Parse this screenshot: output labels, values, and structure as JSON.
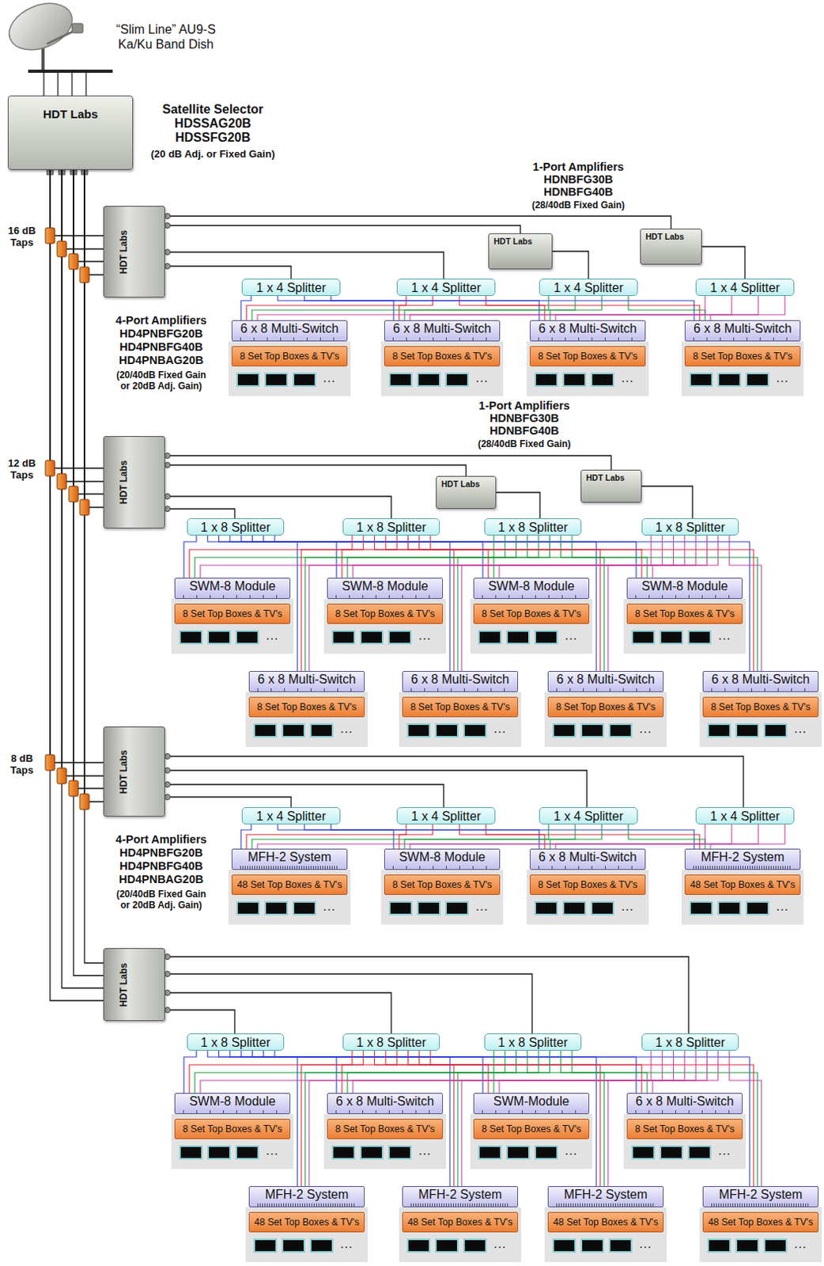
{
  "diagram": {
    "nodes": [
      {
        "text": [
          "HDT Labs",
          "Satellite Selector HDSSAG20B HDSSFG20B",
          "(20 dB Adj. or Fixed Gain)"
        ]
      },
      {
        "text": [
          "HDT Labs",
          "4-Port Amplifiers HD4PNBFG20B HD4PNBFG40B HD4PNBAG20B",
          "(20/40dB Fixed Gain or 20dB Adj. Gain)"
        ]
      },
      {
        "text": [
          "HDT Labs"
        ]
      },
      {
        "text": [
          "HDT Labs"
        ]
      },
      {
        "text": [
          "1 x 4 Splitter"
        ]
      },
      {
        "text": [
          "1 x 4 Splitter"
        ]
      },
      {
        "text": [
          "1 x 4 Splitter"
        ]
      },
      {
        "text": [
          "1 x 4 Splitter"
        ]
      },
      {
        "text": [
          "6 x 8 Multi-Switch"
        ]
      },
      {
        "text": [
          "…"
        ]
      },
      {
        "text": [
          "8 Set Top Boxes & TV's"
        ],
        "in": 9
      },
      {
        "text": [
          "6 x 8 Multi-Switch"
        ]
      },
      {
        "text": [
          "…"
        ]
      },
      {
        "text": [
          "8 Set Top Boxes & TV's"
        ],
        "in": 12
      },
      {
        "text": [
          "6 x 8 Multi-Switch"
        ]
      },
      {
        "text": [
          "…"
        ]
      },
      {
        "text": [
          "8 Set Top Boxes & TV's"
        ],
        "in": 15
      },
      {
        "text": [
          "6 x 8 Multi-Switch"
        ]
      },
      {
        "text": [
          "…"
        ]
      },
      {
        "text": [
          "8 Set Top Boxes & TV's"
        ],
        "in": 18
      },
      {
        "text": [
          "HDT Labs"
        ]
      },
      {
        "text": [
          "HDT Labs"
        ]
      },
      {
        "text": [
          "HDT Labs"
        ]
      },
      {
        "text": [
          "1 x 8 Splitter"
        ]
      },
      {
        "text": [
          "1 x 8 Splitter"
        ]
      },
      {
        "text": [
          "1 x 8 Splitter"
        ]
      },
      {
        "text": [
          "1 x 8 Splitter"
        ]
      },
      {
        "text": [
          "SWM-8 Module"
        ]
      },
      {
        "text": [
          "…"
        ]
      },
      {
        "text": [
          "8 Set Top Boxes & TV's"
        ],
        "in": 28
      },
      {
        "text": [
          "SWM-8 Module"
        ]
      },
      {
        "text": [
          "…"
        ]
      },
      {
        "text": [
          "8 Set Top Boxes & TV's"
        ],
        "in": 31
      },
      {
        "text": [
          "SWM-8 Module"
        ]
      },
      {
        "text": [
          "…"
        ]
      },
      {
        "text": [
          "8 Set Top Boxes & TV's"
        ],
        "in": 34
      },
      {
        "text": [
          "SWM-8 Module"
        ]
      },
      {
        "text": [
          "…"
        ]
      },
      {
        "text": [
          "8 Set Top Boxes & TV's"
        ],
        "in": 37
      },
      {
        "text": [
          "6 x 8 Multi-Switch"
        ]
      },
      {
        "text": [
          "…"
        ]
      },
      {
        "text": [
          "8 Set Top Boxes & TV's"
        ],
        "in": 40
      },
      {
        "text": [
          "6 x 8 Multi-Switch"
        ]
      },
      {
        "text": [
          "…"
        ]
      },
      {
        "text": [
          "8 Set Top Boxes & TV's"
        ],
        "in": 43
      },
      {
        "text": [
          "6 x 8 Multi-Switch"
        ]
      },
      {
        "text": [
          "…"
        ]
      },
      {
        "text": [
          "8 Set Top Boxes & TV's"
        ],
        "in": 46
      },
      {
        "text": [
          "6 x 8 Multi-Switch"
        ]
      },
      {
        "text": [
          "…"
        ]
      },
      {
        "text": [
          "8 Set Top Boxes & TV's"
        ],
        "in": 49
      },
      {
        "text": [
          "HDT Labs",
          "4-Port Amplifiers HD4PNBFG20B HD4PNBFG40B HD4PNBAG20B",
          "(20/40dB Fixed Gain or 20dB Adj. Gain)"
        ]
      },
      {
        "text": [
          "1 x 4 Splitter"
        ]
      },
      {
        "text": [
          "1 x 4 Splitter"
        ]
      },
      {
        "text": [
          "1 x 4 Splitter"
        ]
      },
      {
        "text": [
          "1 x 4 Splitter"
        ]
      },
      {
        "text": [
          "MFH-2 System"
        ]
      },
      {
        "text": [
          "…"
        ]
      },
      {
        "text": [
          "48 Set Top Boxes & TV's"
        ],
        "in": 57
      },
      {
        "text": [
          "SWM-8 Module"
        ]
      },
      {
        "text": [
          "…"
        ]
      },
      {
        "text": [
          "8 Set Top Boxes & TV's"
        ],
        "in": 60
      },
      {
        "text": [
          "6 x 8 Multi-Switch"
        ]
      },
      {
        "text": [
          "…"
        ]
      },
      {
        "text": [
          "8 Set Top Boxes & TV's"
        ],
        "in": 63
      },
      {
        "text": [
          "MFH-2 System"
        ]
      },
      {
        "text": [
          "…"
        ]
      },
      {
        "text": [
          "48 Set Top Boxes & TV's"
        ],
        "in": 66
      },
      {
        "text": [
          "HDT Labs"
        ]
      },
      {
        "text": [
          "1 x 8 Splitter"
        ]
      },
      {
        "text": [
          "1 x 8 Splitter"
        ]
      },
      {
        "text": [
          "1 x 8 Splitter"
        ]
      },
      {
        "text": [
          "1 x 8 Splitter"
        ]
      },
      {
        "text": [
          "SWM-8 Module"
        ]
      },
      {
        "text": [
          "…"
        ]
      },
      {
        "text": [
          "8 Set Top Boxes & TV's"
        ],
        "in": 74
      },
      {
        "text": [
          "6 x 8 Multi-Switch"
        ]
      },
      {
        "text": [
          "…"
        ]
      },
      {
        "text": [
          "8 Set Top Boxes & TV's"
        ],
        "in": 77
      },
      {
        "text": [
          "SWM-Module"
        ]
      },
      {
        "text": [
          "…"
        ]
      },
      {
        "text": [
          "8 Set Top Boxes & TV's"
        ],
        "in": 80
      },
      {
        "text": [
          "6 x 8 Multi-Switch"
        ]
      },
      {
        "text": [
          "…"
        ]
      },
      {
        "text": [
          "8 Set Top Boxes & TV's"
        ],
        "in": 83
      },
      {
        "text": [
          "MFH-2 System"
        ]
      },
      {
        "text": [
          "…"
        ]
      },
      {
        "text": [
          "48 Set Top Boxes & TV's"
        ],
        "in": 86
      },
      {
        "text": [
          "MFH-2 System"
        ]
      },
      {
        "text": [
          "…"
        ]
      },
      {
        "text": [
          "48 Set Top Boxes & TV's"
        ],
        "in": 89
      },
      {
        "text": [
          "MFH-2 System"
        ]
      },
      {
        "text": [
          "…"
        ]
      },
      {
        "text": [
          "48 Set Top Boxes & TV's"
        ],
        "in": 92
      },
      {
        "text": [
          "MFH-2 System"
        ]
      },
      {
        "text": [
          "…"
        ]
      },
      {
        "text": [
          "48 Set Top Boxes & TV's"
        ],
        "in": 95
      }
    ],
    "edges": [
      {
        "from": 0,
        "to": 1,
        "arrow": "none"
      },
      {
        "from": 0,
        "to": 1,
        "arrow": "none"
      },
      {
        "from": 0,
        "to": 1,
        "arrow": "none"
      },
      {
        "from": 0,
        "to": 1,
        "arrow": "none"
      },
      {
        "from": 0,
        "to": 20,
        "arrow": "none"
      },
      {
        "from": 0,
        "to": 20,
        "arrow": "none"
      },
      {
        "from": 0,
        "to": 20,
        "arrow": "none"
      },
      {
        "from": 0,
        "to": 20,
        "arrow": "none"
      },
      {
        "from": 0,
        "to": 51,
        "arrow": "none"
      },
      {
        "from": 0,
        "to": 51,
        "arrow": "none"
      },
      {
        "from": 0,
        "to": 51,
        "arrow": "none"
      },
      {
        "from": 0,
        "to": 51,
        "arrow": "none"
      },
      {
        "from": 0,
        "to": 68,
        "arrow": "none"
      },
      {
        "from": 0,
        "to": 68,
        "arrow": "none"
      },
      {
        "from": 0,
        "to": 68,
        "arrow": "none"
      },
      {
        "from": 0,
        "to": 68,
        "arrow": "none"
      },
      {
        "from": 1,
        "to": 3,
        "arrow": "none"
      },
      {
        "from": 1,
        "to": 2,
        "arrow": "none"
      },
      {
        "from": 1,
        "to": 5,
        "arrow": "none"
      },
      {
        "from": 1,
        "to": 4,
        "arrow": "none"
      },
      {
        "from": 2,
        "to": 6,
        "arrow": "none"
      },
      {
        "from": 3,
        "to": 7,
        "arrow": "none"
      },
      {
        "from": 4,
        "to": 8,
        "arrow": "none"
      },
      {
        "from": 4,
        "to": 11,
        "arrow": "none"
      },
      {
        "from": 4,
        "to": 14,
        "arrow": "none"
      },
      {
        "from": 4,
        "to": 17,
        "arrow": "none"
      },
      {
        "from": 5,
        "to": 8,
        "arrow": "none"
      },
      {
        "from": 5,
        "to": 11,
        "arrow": "none"
      },
      {
        "from": 5,
        "to": 14,
        "arrow": "none"
      },
      {
        "from": 5,
        "to": 17,
        "arrow": "none"
      },
      {
        "from": 6,
        "to": 8,
        "arrow": "none"
      },
      {
        "from": 6,
        "to": 11,
        "arrow": "none"
      },
      {
        "from": 6,
        "to": 14,
        "arrow": "none"
      },
      {
        "from": 6,
        "to": 17,
        "arrow": "none"
      },
      {
        "from": 7,
        "to": 8,
        "arrow": "none"
      },
      {
        "from": 7,
        "to": 11,
        "arrow": "none"
      },
      {
        "from": 7,
        "to": 14,
        "arrow": "none"
      },
      {
        "from": 7,
        "to": 17,
        "arrow": "none"
      },
      {
        "from": 20,
        "to": 22,
        "arrow": "none"
      },
      {
        "from": 20,
        "to": 21,
        "arrow": "none"
      },
      {
        "from": 20,
        "to": 24,
        "arrow": "none"
      },
      {
        "from": 20,
        "to": 23,
        "arrow": "none"
      },
      {
        "from": 21,
        "to": 25,
        "arrow": "none"
      },
      {
        "from": 22,
        "to": 26,
        "arrow": "none"
      },
      {
        "from": 23,
        "to": 27,
        "arrow": "none"
      },
      {
        "from": 23,
        "to": 30,
        "arrow": "none"
      },
      {
        "from": 23,
        "to": 33,
        "arrow": "none"
      },
      {
        "from": 23,
        "to": 36,
        "arrow": "none"
      },
      {
        "from": 23,
        "to": 39,
        "arrow": "none"
      },
      {
        "from": 23,
        "to": 42,
        "arrow": "none"
      },
      {
        "from": 23,
        "to": 45,
        "arrow": "none"
      },
      {
        "from": 23,
        "to": 48,
        "arrow": "none"
      },
      {
        "from": 24,
        "to": 27,
        "arrow": "none"
      },
      {
        "from": 24,
        "to": 30,
        "arrow": "none"
      },
      {
        "from": 24,
        "to": 33,
        "arrow": "none"
      },
      {
        "from": 24,
        "to": 36,
        "arrow": "none"
      },
      {
        "from": 24,
        "to": 39,
        "arrow": "none"
      },
      {
        "from": 24,
        "to": 42,
        "arrow": "none"
      },
      {
        "from": 24,
        "to": 45,
        "arrow": "none"
      },
      {
        "from": 24,
        "to": 48,
        "arrow": "none"
      },
      {
        "from": 25,
        "to": 27,
        "arrow": "none"
      },
      {
        "from": 25,
        "to": 30,
        "arrow": "none"
      },
      {
        "from": 25,
        "to": 33,
        "arrow": "none"
      },
      {
        "from": 25,
        "to": 36,
        "arrow": "none"
      },
      {
        "from": 25,
        "to": 39,
        "arrow": "none"
      },
      {
        "from": 25,
        "to": 42,
        "arrow": "none"
      },
      {
        "from": 25,
        "to": 45,
        "arrow": "none"
      },
      {
        "from": 25,
        "to": 48,
        "arrow": "none"
      },
      {
        "from": 26,
        "to": 27,
        "arrow": "none"
      },
      {
        "from": 26,
        "to": 30,
        "arrow": "none"
      },
      {
        "from": 26,
        "to": 33,
        "arrow": "none"
      },
      {
        "from": 26,
        "to": 36,
        "arrow": "none"
      },
      {
        "from": 26,
        "to": 39,
        "arrow": "none"
      },
      {
        "from": 26,
        "to": 42,
        "arrow": "none"
      },
      {
        "from": 26,
        "to": 45,
        "arrow": "none"
      },
      {
        "from": 26,
        "to": 48,
        "arrow": "none"
      },
      {
        "from": 51,
        "to": 55,
        "arrow": "none"
      },
      {
        "from": 51,
        "to": 54,
        "arrow": "none"
      },
      {
        "from": 51,
        "to": 53,
        "arrow": "none"
      },
      {
        "from": 51,
        "to": 52,
        "arrow": "none"
      },
      {
        "from": 52,
        "to": 56,
        "arrow": "none"
      },
      {
        "from": 52,
        "to": 59,
        "arrow": "none"
      },
      {
        "from": 52,
        "to": 62,
        "arrow": "none"
      },
      {
        "from": 52,
        "to": 65,
        "arrow": "none"
      },
      {
        "from": 53,
        "to": 56,
        "arrow": "none"
      },
      {
        "from": 53,
        "to": 59,
        "arrow": "none"
      },
      {
        "from": 53,
        "to": 62,
        "arrow": "none"
      },
      {
        "from": 53,
        "to": 65,
        "arrow": "none"
      },
      {
        "from": 54,
        "to": 56,
        "arrow": "none"
      },
      {
        "from": 54,
        "to": 59,
        "arrow": "none"
      },
      {
        "from": 54,
        "to": 62,
        "arrow": "none"
      },
      {
        "from": 54,
        "to": 65,
        "arrow": "none"
      },
      {
        "from": 55,
        "to": 56,
        "arrow": "none"
      },
      {
        "from": 55,
        "to": 59,
        "arrow": "none"
      },
      {
        "from": 55,
        "to": 62,
        "arrow": "none"
      },
      {
        "from": 55,
        "to": 65,
        "arrow": "none"
      },
      {
        "from": 68,
        "to": 72,
        "arrow": "none"
      },
      {
        "from": 68,
        "to": 71,
        "arrow": "none"
      },
      {
        "from": 68,
        "to": 70,
        "arrow": "none"
      },
      {
        "from": 68,
        "to": 69,
        "arrow": "none"
      },
      {
        "from": 69,
        "to": 73,
        "arrow": "none"
      },
      {
        "from": 69,
        "to": 76,
        "arrow": "none"
      },
      {
        "from": 69,
        "to": 79,
        "arrow": "none"
      },
      {
        "from": 69,
        "to": 82,
        "arrow": "none"
      },
      {
        "from": 69,
        "to": 85,
        "arrow": "none"
      },
      {
        "from": 69,
        "to": 88,
        "arrow": "none"
      },
      {
        "from": 69,
        "to": 91,
        "arrow": "none"
      },
      {
        "from": 69,
        "to": 94,
        "arrow": "none"
      },
      {
        "from": 70,
        "to": 73,
        "arrow": "none"
      },
      {
        "from": 70,
        "to": 76,
        "arrow": "none"
      },
      {
        "from": 70,
        "to": 79,
        "arrow": "none"
      },
      {
        "from": 70,
        "to": 82,
        "arrow": "none"
      },
      {
        "from": 70,
        "to": 85,
        "arrow": "none"
      },
      {
        "from": 70,
        "to": 88,
        "arrow": "none"
      },
      {
        "from": 70,
        "to": 91,
        "arrow": "none"
      },
      {
        "from": 70,
        "to": 94,
        "arrow": "none"
      },
      {
        "from": 71,
        "to": 73,
        "arrow": "none"
      },
      {
        "from": 71,
        "to": 76,
        "arrow": "none"
      },
      {
        "from": 71,
        "to": 79,
        "arrow": "none"
      },
      {
        "from": 71,
        "to": 82,
        "arrow": "none"
      },
      {
        "from": 71,
        "to": 85,
        "arrow": "none"
      },
      {
        "from": 71,
        "to": 88,
        "arrow": "none"
      },
      {
        "from": 71,
        "to": 91,
        "arrow": "none"
      },
      {
        "from": 71,
        "to": 94,
        "arrow": "none"
      },
      {
        "from": 72,
        "to": 73,
        "arrow": "none"
      },
      {
        "from": 72,
        "to": 76,
        "arrow": "none"
      },
      {
        "from": 72,
        "to": 79,
        "arrow": "none"
      },
      {
        "from": 72,
        "to": 82,
        "arrow": "none"
      },
      {
        "from": 72,
        "to": 85,
        "arrow": "none"
      },
      {
        "from": 72,
        "to": 88,
        "arrow": "none"
      },
      {
        "from": 72,
        "to": 91,
        "arrow": "none"
      },
      {
        "from": 72,
        "to": 94,
        "arrow": "none"
      }
    ],
    "labels": [
      "“Slim Line” AU9-S Ka/Ku Band Dish",
      "16 dB Taps",
      "1-Port Amplifiers HDNBFG30B HDNBFG40B",
      "(28/40dB Fixed Gain)",
      "12 dB Taps",
      "1-Port Amplifiers HDNBFG30B HDNBFG40B",
      "(28/40dB Fixed Gain)",
      "8 dB Taps"
    ]
  }
}
